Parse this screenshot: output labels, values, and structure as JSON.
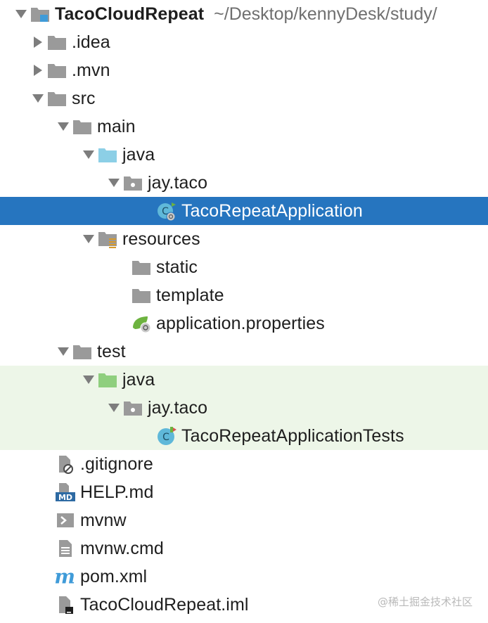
{
  "project": {
    "name": "TacoCloudRepeat",
    "path": "~/Desktop/kennyDesk/study/"
  },
  "colors": {
    "selection": "#2675bf",
    "test_background": "#edf6e8",
    "folder": "#9a9a9a",
    "source_folder": "#8ccfe6",
    "test_folder": "#8fcf7e",
    "spring": "#6db33f"
  },
  "tree": {
    "idea": ".idea",
    "mvn": ".mvn",
    "src": "src",
    "main": "main",
    "main_java": "java",
    "main_pkg": "jay.taco",
    "app_class": "TacoRepeatApplication",
    "resources": "resources",
    "static": "static",
    "template": "template",
    "app_props": "application.properties",
    "test": "test",
    "test_java": "java",
    "test_pkg": "jay.taco",
    "test_class": "TacoRepeatApplicationTests",
    "gitignore": ".gitignore",
    "help": "HELP.md",
    "mvnw": "mvnw",
    "mvnw_cmd": "mvnw.cmd",
    "pom": "pom.xml",
    "iml": "TacoCloudRepeat.iml"
  },
  "icons": {
    "md_badge": "MD",
    "maven_letter": "m"
  },
  "watermark": "@稀土掘金技术社区"
}
